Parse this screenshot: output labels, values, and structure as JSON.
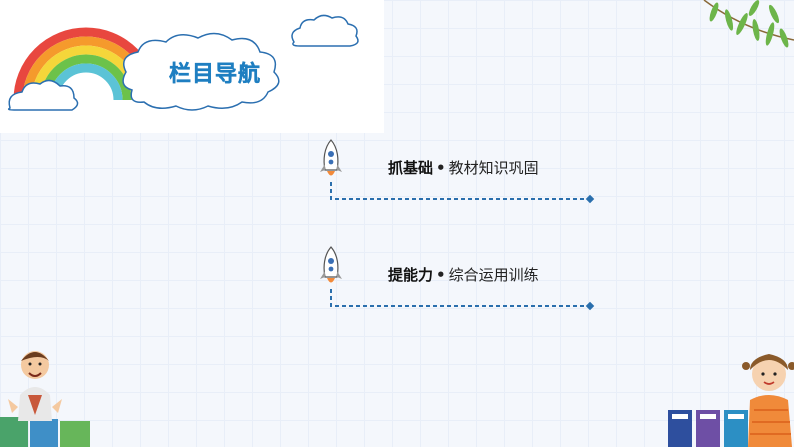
{
  "header": {
    "title": "栏目导航"
  },
  "nav_items": [
    {
      "bold": "抓基础",
      "separator": "•",
      "text": "教材知识巩固"
    },
    {
      "bold": "提能力",
      "separator": "•",
      "text": "综合运用训练"
    }
  ],
  "colors": {
    "title": "#1f7fc1",
    "dashed_line": "#2a6fad",
    "background": "#f4f7fc"
  },
  "icons": [
    "rainbow-icon",
    "cloud-icon",
    "rocket-icon",
    "willow-leaves-icon",
    "recycling-man-illustration",
    "girl-with-bins-illustration"
  ]
}
